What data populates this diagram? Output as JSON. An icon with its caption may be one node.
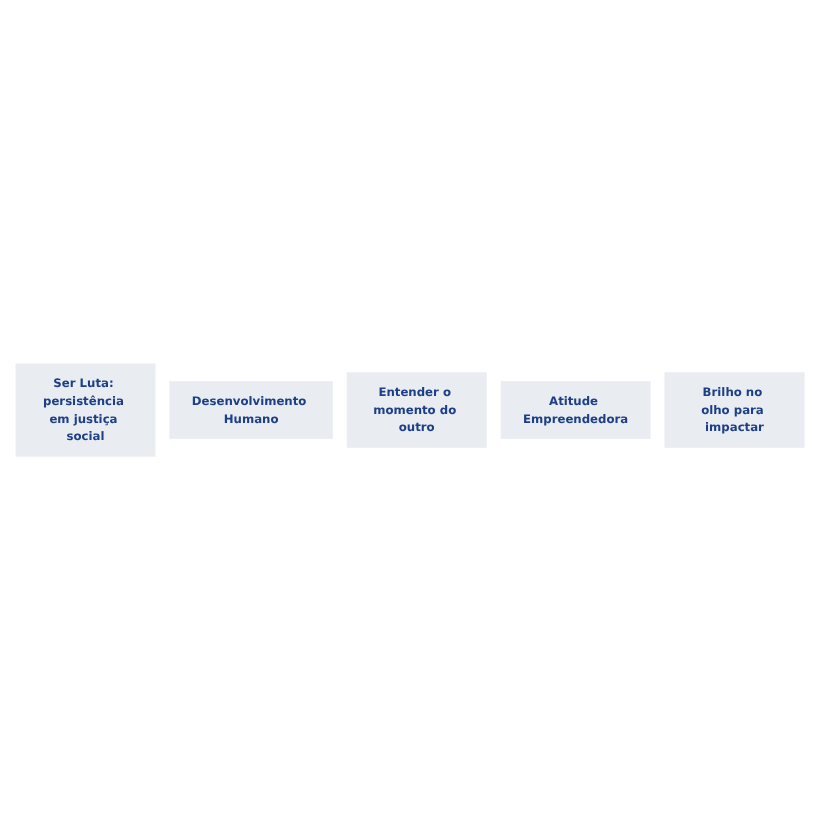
{
  "diagram": {
    "nodes": [
      {
        "text": [
          "Ser Luta: persistência em justiça social"
        ]
      },
      {
        "text": [
          "Desenvolvimento Humano"
        ]
      },
      {
        "text": [
          "Entender o momento do outro"
        ]
      },
      {
        "text": [
          "Atitude Empreendedora"
        ]
      },
      {
        "text": [
          "Brilho no olho para impactar"
        ]
      }
    ]
  }
}
